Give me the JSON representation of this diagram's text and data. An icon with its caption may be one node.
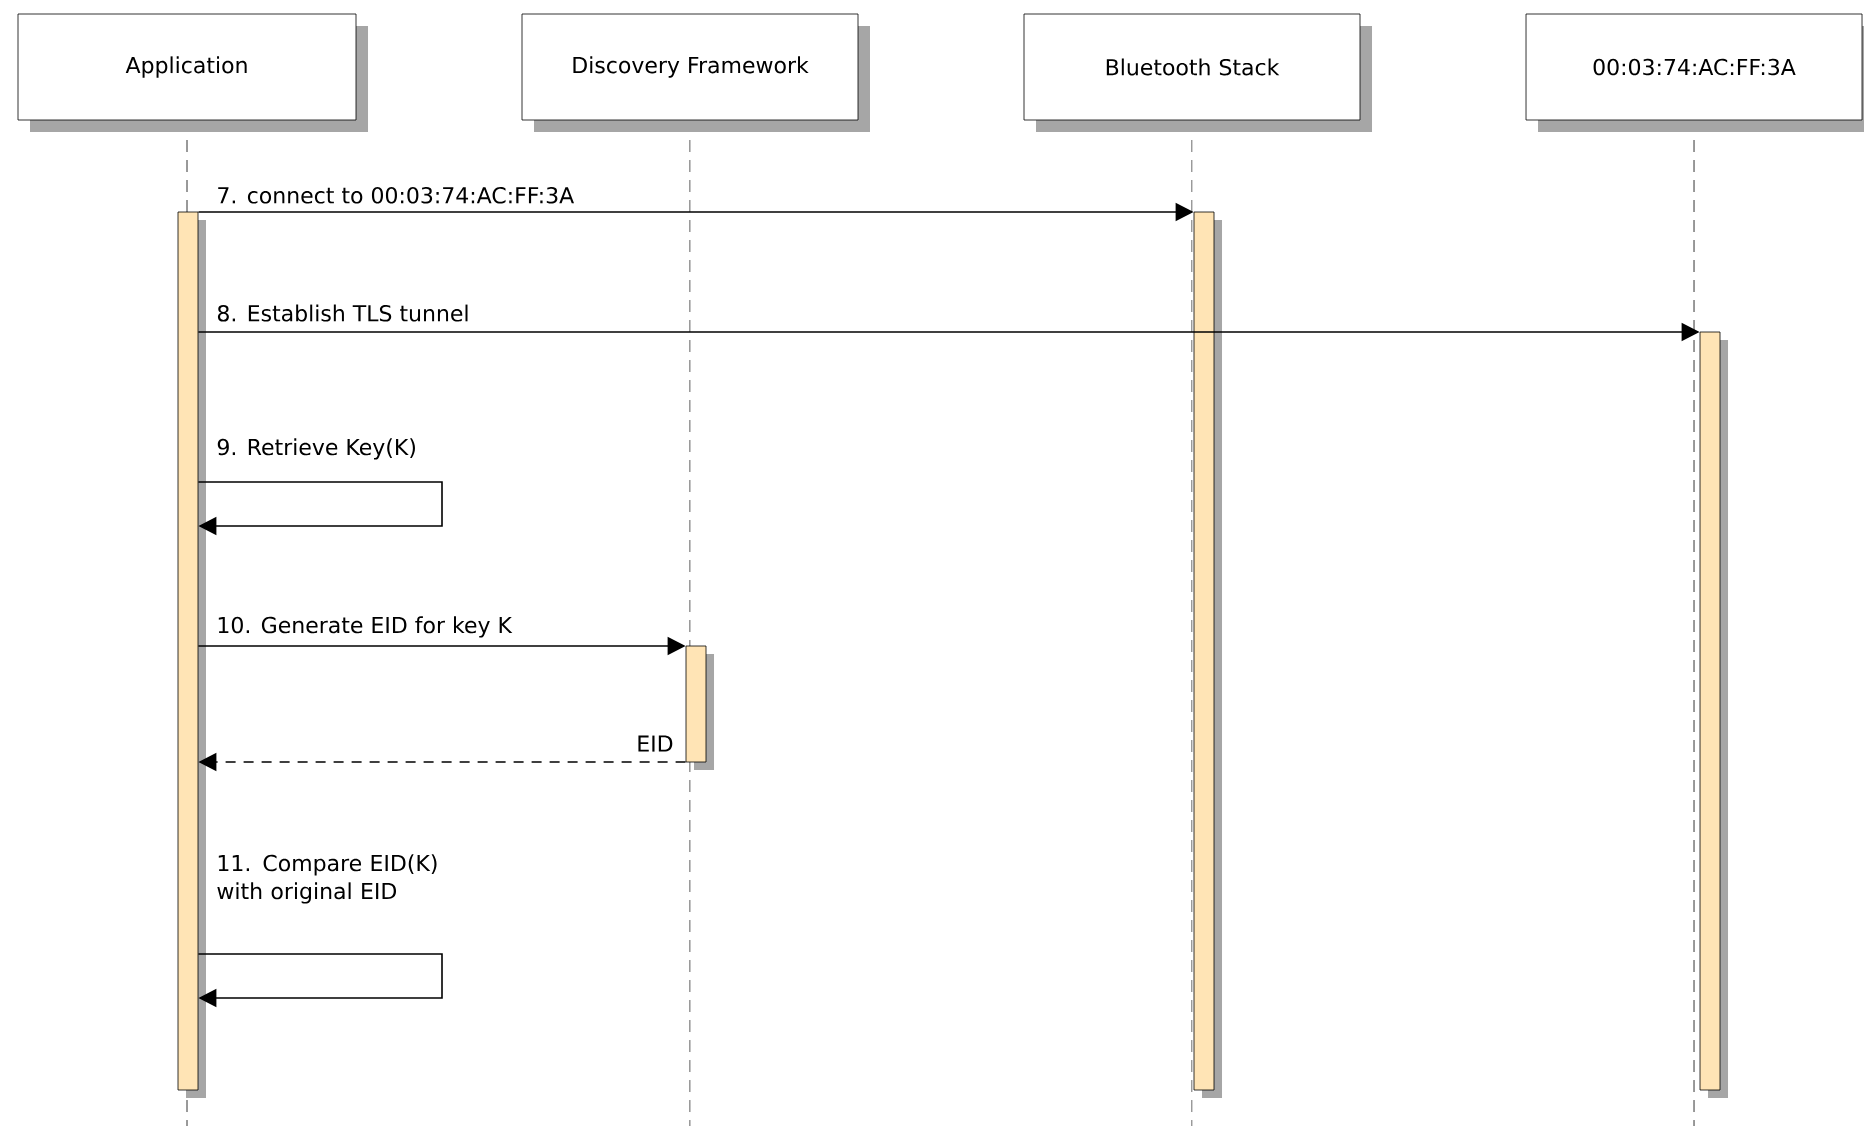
{
  "diagram": {
    "nodes": [
      {
        "text": [
          "Application"
        ]
      },
      {
        "text": [
          "Discovery Framework"
        ]
      },
      {
        "text": [
          "Bluetooth Stack"
        ]
      },
      {
        "text": [
          "00:03:74:AC:FF:3A"
        ]
      },
      {
        "text": [],
        "shape": "bar"
      },
      {
        "text": [],
        "shape": "bar"
      },
      {
        "text": [],
        "shape": "bar"
      },
      {
        "text": [],
        "shape": "bar"
      }
    ],
    "edges": [
      {
        "from": 4,
        "to": 6,
        "arrow": "to",
        "label": "7. connect to 00:03:74:AC:FF:3A"
      },
      {
        "from": 4,
        "to": 7,
        "arrow": "to",
        "label": "8. Establish TLS tunnel"
      },
      {
        "from": 4,
        "to": 4,
        "arrow": "to",
        "label": "9. Retrieve Key(K)"
      },
      {
        "from": 4,
        "to": 5,
        "arrow": "to",
        "label": "10. Generate EID for key K"
      },
      {
        "from": 5,
        "to": 4,
        "arrow": "to",
        "label": "EID",
        "style": "dashed"
      },
      {
        "from": 4,
        "to": 4,
        "arrow": "to",
        "label": "11. Compare EID(K) with original EID"
      }
    ]
  }
}
